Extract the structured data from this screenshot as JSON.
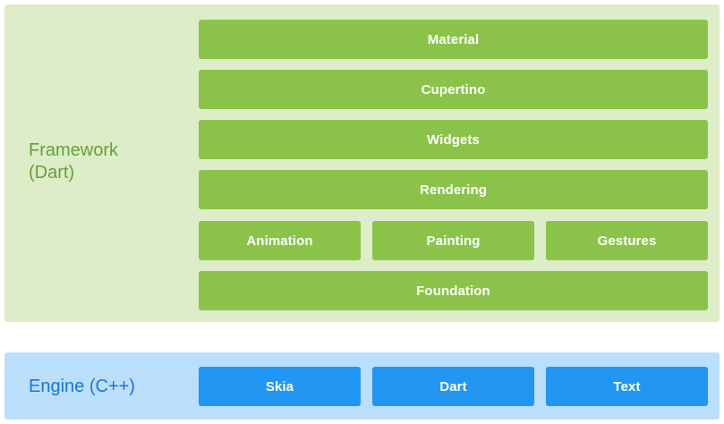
{
  "framework": {
    "label": "Framework\n(Dart)",
    "color": "#689f38",
    "background": "#dcedc8",
    "block_color": "#8bc34a",
    "layers": {
      "material": "Material",
      "cupertino": "Cupertino",
      "widgets": "Widgets",
      "rendering": "Rendering",
      "animation": "Animation",
      "painting": "Painting",
      "gestures": "Gestures",
      "foundation": "Foundation"
    }
  },
  "engine": {
    "label": "Engine (C++)",
    "color": "#1976d2",
    "background": "#bbdefb",
    "block_color": "#2196f3",
    "components": {
      "skia": "Skia",
      "dart": "Dart",
      "text": "Text"
    }
  }
}
